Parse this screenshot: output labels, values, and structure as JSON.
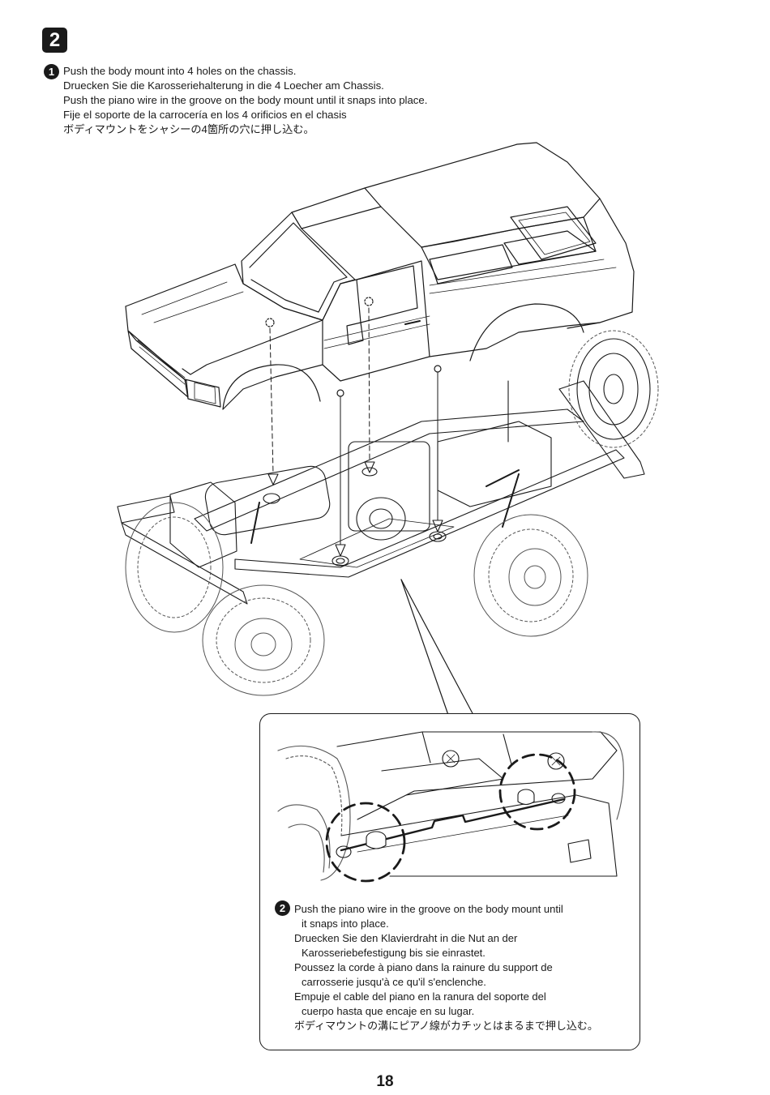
{
  "step": {
    "number": "2"
  },
  "instruction1": {
    "marker": "1",
    "lines": [
      "Push the body mount into 4 holes on the chassis.",
      "Druecken Sie die Karosseriehalterung in die 4 Loecher am Chassis.",
      "Push the piano wire in the groove on the body mount until it snaps into place.",
      "Fije el soporte de la carrocería en los 4 orificios en el chasis",
      "ボディマウントをシャシーの4箇所の穴に押し込む。"
    ]
  },
  "instruction2": {
    "marker": "2",
    "lines": [
      "Push the piano wire in the groove on the body mount until",
      "it snaps into place.",
      "Druecken Sie den Klavierdraht in die Nut an der",
      "Karosseriebefestigung bis sie einrastet.",
      "Poussez la corde à piano dans la rainure du support de",
      "carrosserie jusqu'à ce qu'il s'enclenche.",
      "Empuje el cable del piano en la ranura del soporte del",
      "cuerpo hasta que encaje en su lugar.",
      "ボディマウントの溝にピアノ線がカチッとはまるまで押し込む。"
    ]
  },
  "page": {
    "number": "18"
  },
  "icons": [
    "step-badge",
    "substep-marker",
    "body-illustration",
    "chassis-illustration",
    "detail-illustration",
    "down-arrow-icon"
  ]
}
